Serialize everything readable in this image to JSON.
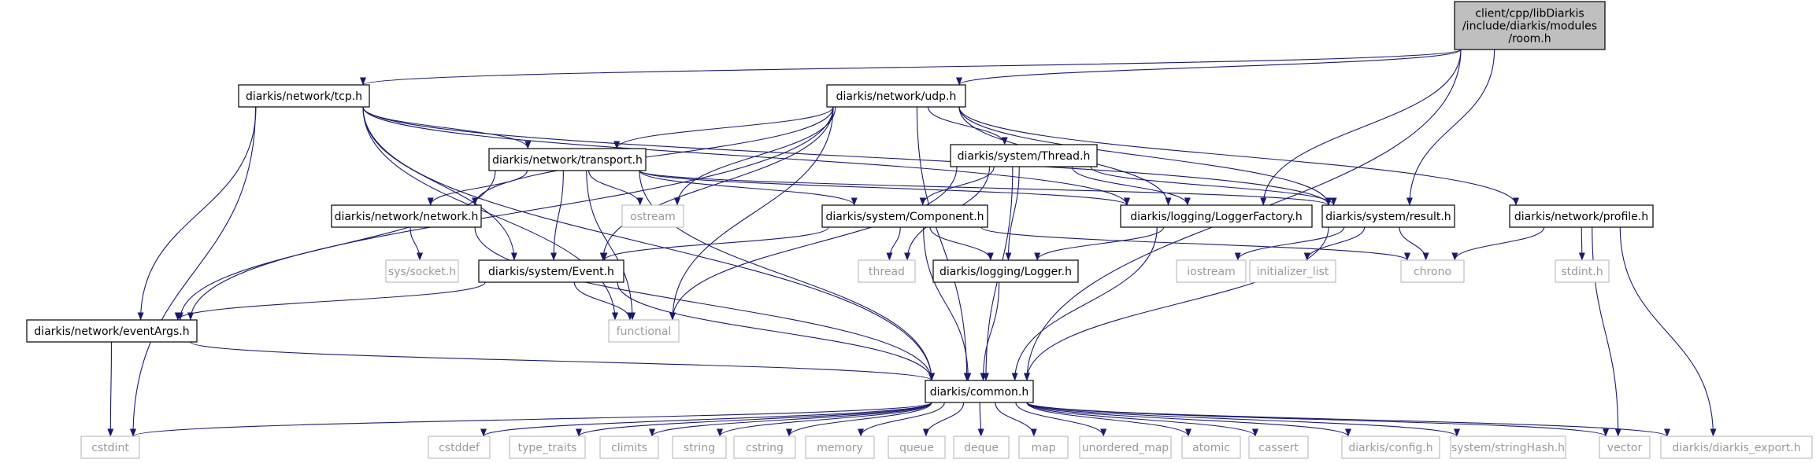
{
  "colors": {
    "edge": "#191970",
    "root_fill": "#bfbfbf",
    "node_border": "#000000",
    "external_border": "#bfbfbf",
    "external_text": "#9a9a9a"
  },
  "nodes": [
    {
      "id": "room",
      "kind": "root",
      "lines": [
        "client/cpp/libDiarkis",
        "/include/diarkis/modules",
        "/room.h"
      ]
    },
    {
      "id": "tcp",
      "kind": "main",
      "lines": [
        "diarkis/network/tcp.h"
      ]
    },
    {
      "id": "udp",
      "kind": "main",
      "lines": [
        "diarkis/network/udp.h"
      ]
    },
    {
      "id": "transport",
      "kind": "main",
      "lines": [
        "diarkis/network/transport.h"
      ]
    },
    {
      "id": "thread_h",
      "kind": "main",
      "lines": [
        "diarkis/system/Thread.h"
      ]
    },
    {
      "id": "network",
      "kind": "main",
      "lines": [
        "diarkis/network/network.h"
      ]
    },
    {
      "id": "ostream",
      "kind": "ext",
      "lines": [
        "ostream"
      ]
    },
    {
      "id": "component",
      "kind": "main",
      "lines": [
        "diarkis/system/Component.h"
      ]
    },
    {
      "id": "loggerfactory",
      "kind": "main",
      "lines": [
        "diarkis/logging/LoggerFactory.h"
      ]
    },
    {
      "id": "result",
      "kind": "main",
      "lines": [
        "diarkis/system/result.h"
      ]
    },
    {
      "id": "profile",
      "kind": "main",
      "lines": [
        "diarkis/network/profile.h"
      ]
    },
    {
      "id": "socket",
      "kind": "ext",
      "lines": [
        "sys/socket.h"
      ]
    },
    {
      "id": "event",
      "kind": "main",
      "lines": [
        "diarkis/system/Event.h"
      ]
    },
    {
      "id": "thread",
      "kind": "ext",
      "lines": [
        "thread"
      ]
    },
    {
      "id": "logger",
      "kind": "main",
      "lines": [
        "diarkis/logging/Logger.h"
      ]
    },
    {
      "id": "iostream",
      "kind": "ext",
      "lines": [
        "iostream"
      ]
    },
    {
      "id": "initlist",
      "kind": "ext",
      "lines": [
        "initializer_list"
      ]
    },
    {
      "id": "chrono",
      "kind": "ext",
      "lines": [
        "chrono"
      ]
    },
    {
      "id": "stdint",
      "kind": "ext",
      "lines": [
        "stdint.h"
      ]
    },
    {
      "id": "eventargs",
      "kind": "main",
      "lines": [
        "diarkis/network/eventArgs.h"
      ]
    },
    {
      "id": "functional",
      "kind": "ext",
      "lines": [
        "functional"
      ]
    },
    {
      "id": "common",
      "kind": "main",
      "lines": [
        "diarkis/common.h"
      ]
    },
    {
      "id": "cstdint",
      "kind": "ext",
      "lines": [
        "cstdint"
      ]
    },
    {
      "id": "cstddef",
      "kind": "ext",
      "lines": [
        "cstddef"
      ]
    },
    {
      "id": "type_traits",
      "kind": "ext",
      "lines": [
        "type_traits"
      ]
    },
    {
      "id": "climits",
      "kind": "ext",
      "lines": [
        "climits"
      ]
    },
    {
      "id": "string",
      "kind": "ext",
      "lines": [
        "string"
      ]
    },
    {
      "id": "cstring",
      "kind": "ext",
      "lines": [
        "cstring"
      ]
    },
    {
      "id": "memory",
      "kind": "ext",
      "lines": [
        "memory"
      ]
    },
    {
      "id": "queue",
      "kind": "ext",
      "lines": [
        "queue"
      ]
    },
    {
      "id": "deque",
      "kind": "ext",
      "lines": [
        "deque"
      ]
    },
    {
      "id": "map",
      "kind": "ext",
      "lines": [
        "map"
      ]
    },
    {
      "id": "unordered_map",
      "kind": "ext",
      "lines": [
        "unordered_map"
      ]
    },
    {
      "id": "atomic",
      "kind": "ext",
      "lines": [
        "atomic"
      ]
    },
    {
      "id": "cassert",
      "kind": "ext",
      "lines": [
        "cassert"
      ]
    },
    {
      "id": "config",
      "kind": "ext",
      "lines": [
        "diarkis/config.h"
      ]
    },
    {
      "id": "stringhash",
      "kind": "ext",
      "lines": [
        "system/stringHash.h"
      ]
    },
    {
      "id": "vector",
      "kind": "ext",
      "lines": [
        "vector"
      ]
    },
    {
      "id": "diarkis_export",
      "kind": "ext",
      "lines": [
        "diarkis/diarkis_export.h"
      ]
    }
  ],
  "edges": [
    [
      "room",
      "tcp"
    ],
    [
      "room",
      "udp"
    ],
    [
      "room",
      "loggerfactory"
    ],
    [
      "room",
      "result"
    ],
    [
      "room",
      "common"
    ],
    [
      "tcp",
      "transport"
    ],
    [
      "tcp",
      "eventargs"
    ],
    [
      "tcp",
      "event"
    ],
    [
      "tcp",
      "cstdint"
    ],
    [
      "tcp",
      "functional"
    ],
    [
      "tcp",
      "common"
    ],
    [
      "tcp",
      "result"
    ],
    [
      "tcp",
      "loggerfactory"
    ],
    [
      "udp",
      "transport"
    ],
    [
      "udp",
      "thread_h"
    ],
    [
      "udp",
      "network"
    ],
    [
      "udp",
      "ostream"
    ],
    [
      "udp",
      "event"
    ],
    [
      "udp",
      "eventargs"
    ],
    [
      "udp",
      "functional"
    ],
    [
      "udp",
      "loggerfactory"
    ],
    [
      "udp",
      "result"
    ],
    [
      "udp",
      "profile"
    ],
    [
      "udp",
      "common"
    ],
    [
      "transport",
      "network"
    ],
    [
      "transport",
      "ostream"
    ],
    [
      "transport",
      "component"
    ],
    [
      "transport",
      "event"
    ],
    [
      "transport",
      "eventargs"
    ],
    [
      "transport",
      "functional"
    ],
    [
      "transport",
      "loggerfactory"
    ],
    [
      "transport",
      "result"
    ],
    [
      "transport",
      "common"
    ],
    [
      "thread_h",
      "component"
    ],
    [
      "thread_h",
      "thread"
    ],
    [
      "thread_h",
      "logger"
    ],
    [
      "thread_h",
      "loggerfactory"
    ],
    [
      "thread_h",
      "result"
    ],
    [
      "thread_h",
      "functional"
    ],
    [
      "thread_h",
      "common"
    ],
    [
      "network",
      "socket"
    ],
    [
      "network",
      "common"
    ],
    [
      "component",
      "event"
    ],
    [
      "component",
      "thread"
    ],
    [
      "component",
      "logger"
    ],
    [
      "component",
      "chrono"
    ],
    [
      "component",
      "common"
    ],
    [
      "loggerfactory",
      "logger"
    ],
    [
      "loggerfactory",
      "common"
    ],
    [
      "result",
      "iostream"
    ],
    [
      "result",
      "initlist"
    ],
    [
      "result",
      "chrono"
    ],
    [
      "result",
      "common"
    ],
    [
      "profile",
      "chrono"
    ],
    [
      "profile",
      "stdint"
    ],
    [
      "profile",
      "vector"
    ],
    [
      "profile",
      "diarkis_export"
    ],
    [
      "event",
      "eventargs"
    ],
    [
      "event",
      "functional"
    ],
    [
      "event",
      "common"
    ],
    [
      "logger",
      "common"
    ],
    [
      "eventargs",
      "cstdint"
    ],
    [
      "eventargs",
      "common"
    ],
    [
      "common",
      "cstdint"
    ],
    [
      "common",
      "cstddef"
    ],
    [
      "common",
      "type_traits"
    ],
    [
      "common",
      "climits"
    ],
    [
      "common",
      "string"
    ],
    [
      "common",
      "cstring"
    ],
    [
      "common",
      "memory"
    ],
    [
      "common",
      "queue"
    ],
    [
      "common",
      "deque"
    ],
    [
      "common",
      "map"
    ],
    [
      "common",
      "unordered_map"
    ],
    [
      "common",
      "atomic"
    ],
    [
      "common",
      "cassert"
    ],
    [
      "common",
      "config"
    ],
    [
      "common",
      "stringhash"
    ],
    [
      "common",
      "vector"
    ],
    [
      "common",
      "diarkis_export"
    ]
  ]
}
